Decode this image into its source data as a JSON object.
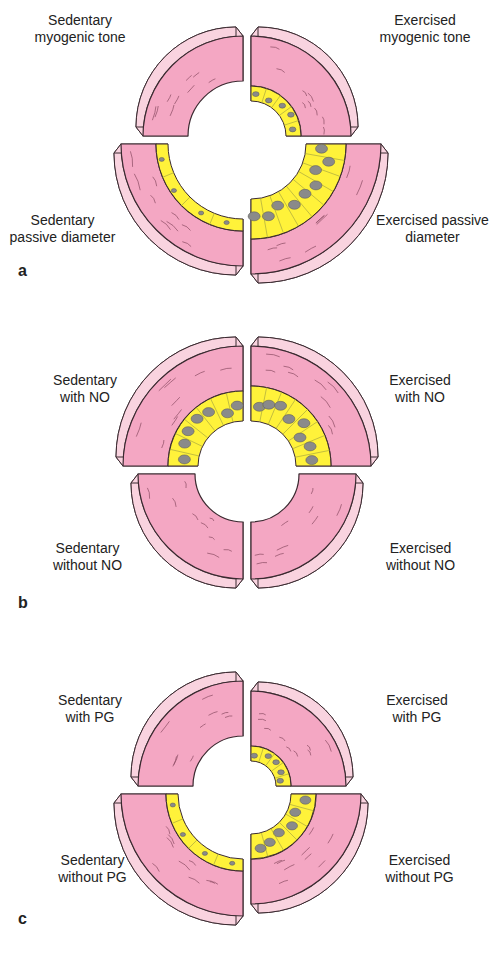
{
  "diagram": {
    "labels": [
      "Sedentary myogenic tone",
      "Exercised myogenic tone",
      "Sedentary passive diameter",
      "Exercised passive diameter",
      "a",
      "Sedentary with NO",
      "Exercised with NO",
      "Sedentary without NO",
      "Exercised without NO",
      "b",
      "Sedentary with PG",
      "Exercised with PG",
      "Sedentary without PG",
      "Exercised without PG",
      "c"
    ]
  }
}
